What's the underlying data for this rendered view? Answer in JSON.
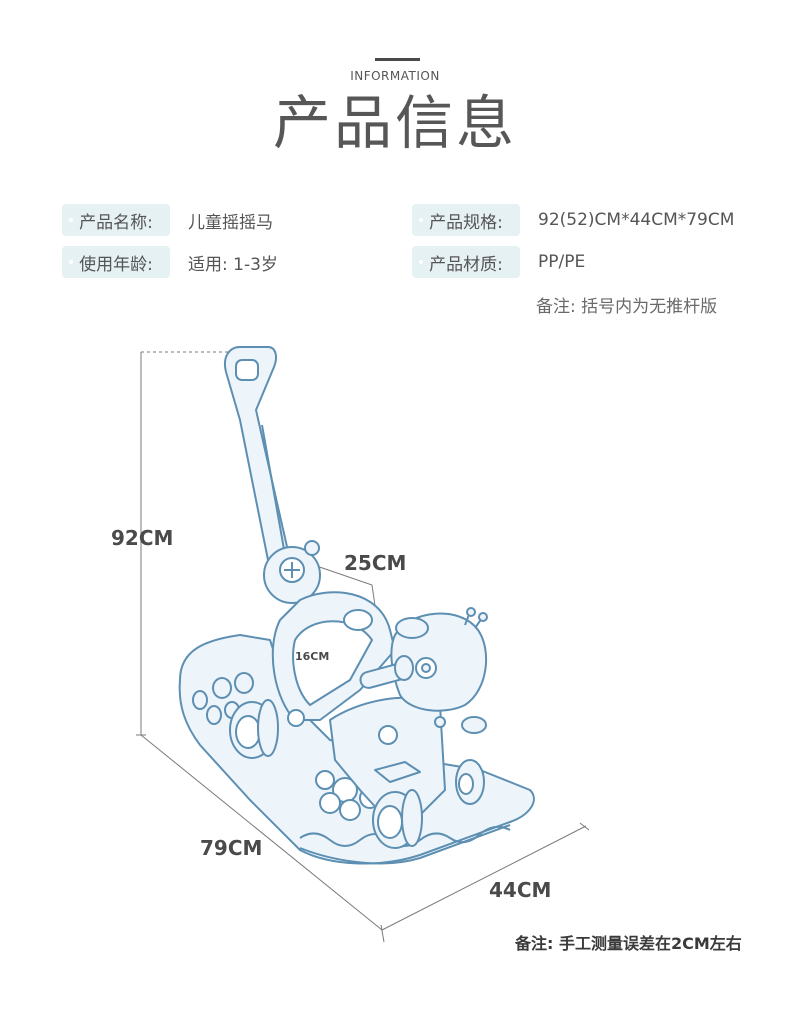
{
  "header": {
    "subtitle": "INFORMATION",
    "title": "产品信息"
  },
  "specs": [
    {
      "label": "产品名称:",
      "value": "儿童摇摇马"
    },
    {
      "label": "使用年龄:",
      "value": "适用: 1-3岁"
    },
    {
      "label": "产品规格:",
      "value": "92(52)CM*44CM*79CM"
    },
    {
      "label": "产品材质:",
      "value": "PP/PE"
    }
  ],
  "note_top": "备注: 括号内为无推杆版",
  "dimensions": {
    "height": "92CM",
    "length": "79CM",
    "width": "44CM",
    "handle": "25CM",
    "seat": "16CM"
  },
  "note_bottom": "备注: 手工测量误差在2CM左右",
  "colors": {
    "product_outline": "#5d8fb3",
    "product_fill": "#eef5fa",
    "label_bg": "#e6f1f3",
    "dimension_line": "#7a7a7a"
  }
}
